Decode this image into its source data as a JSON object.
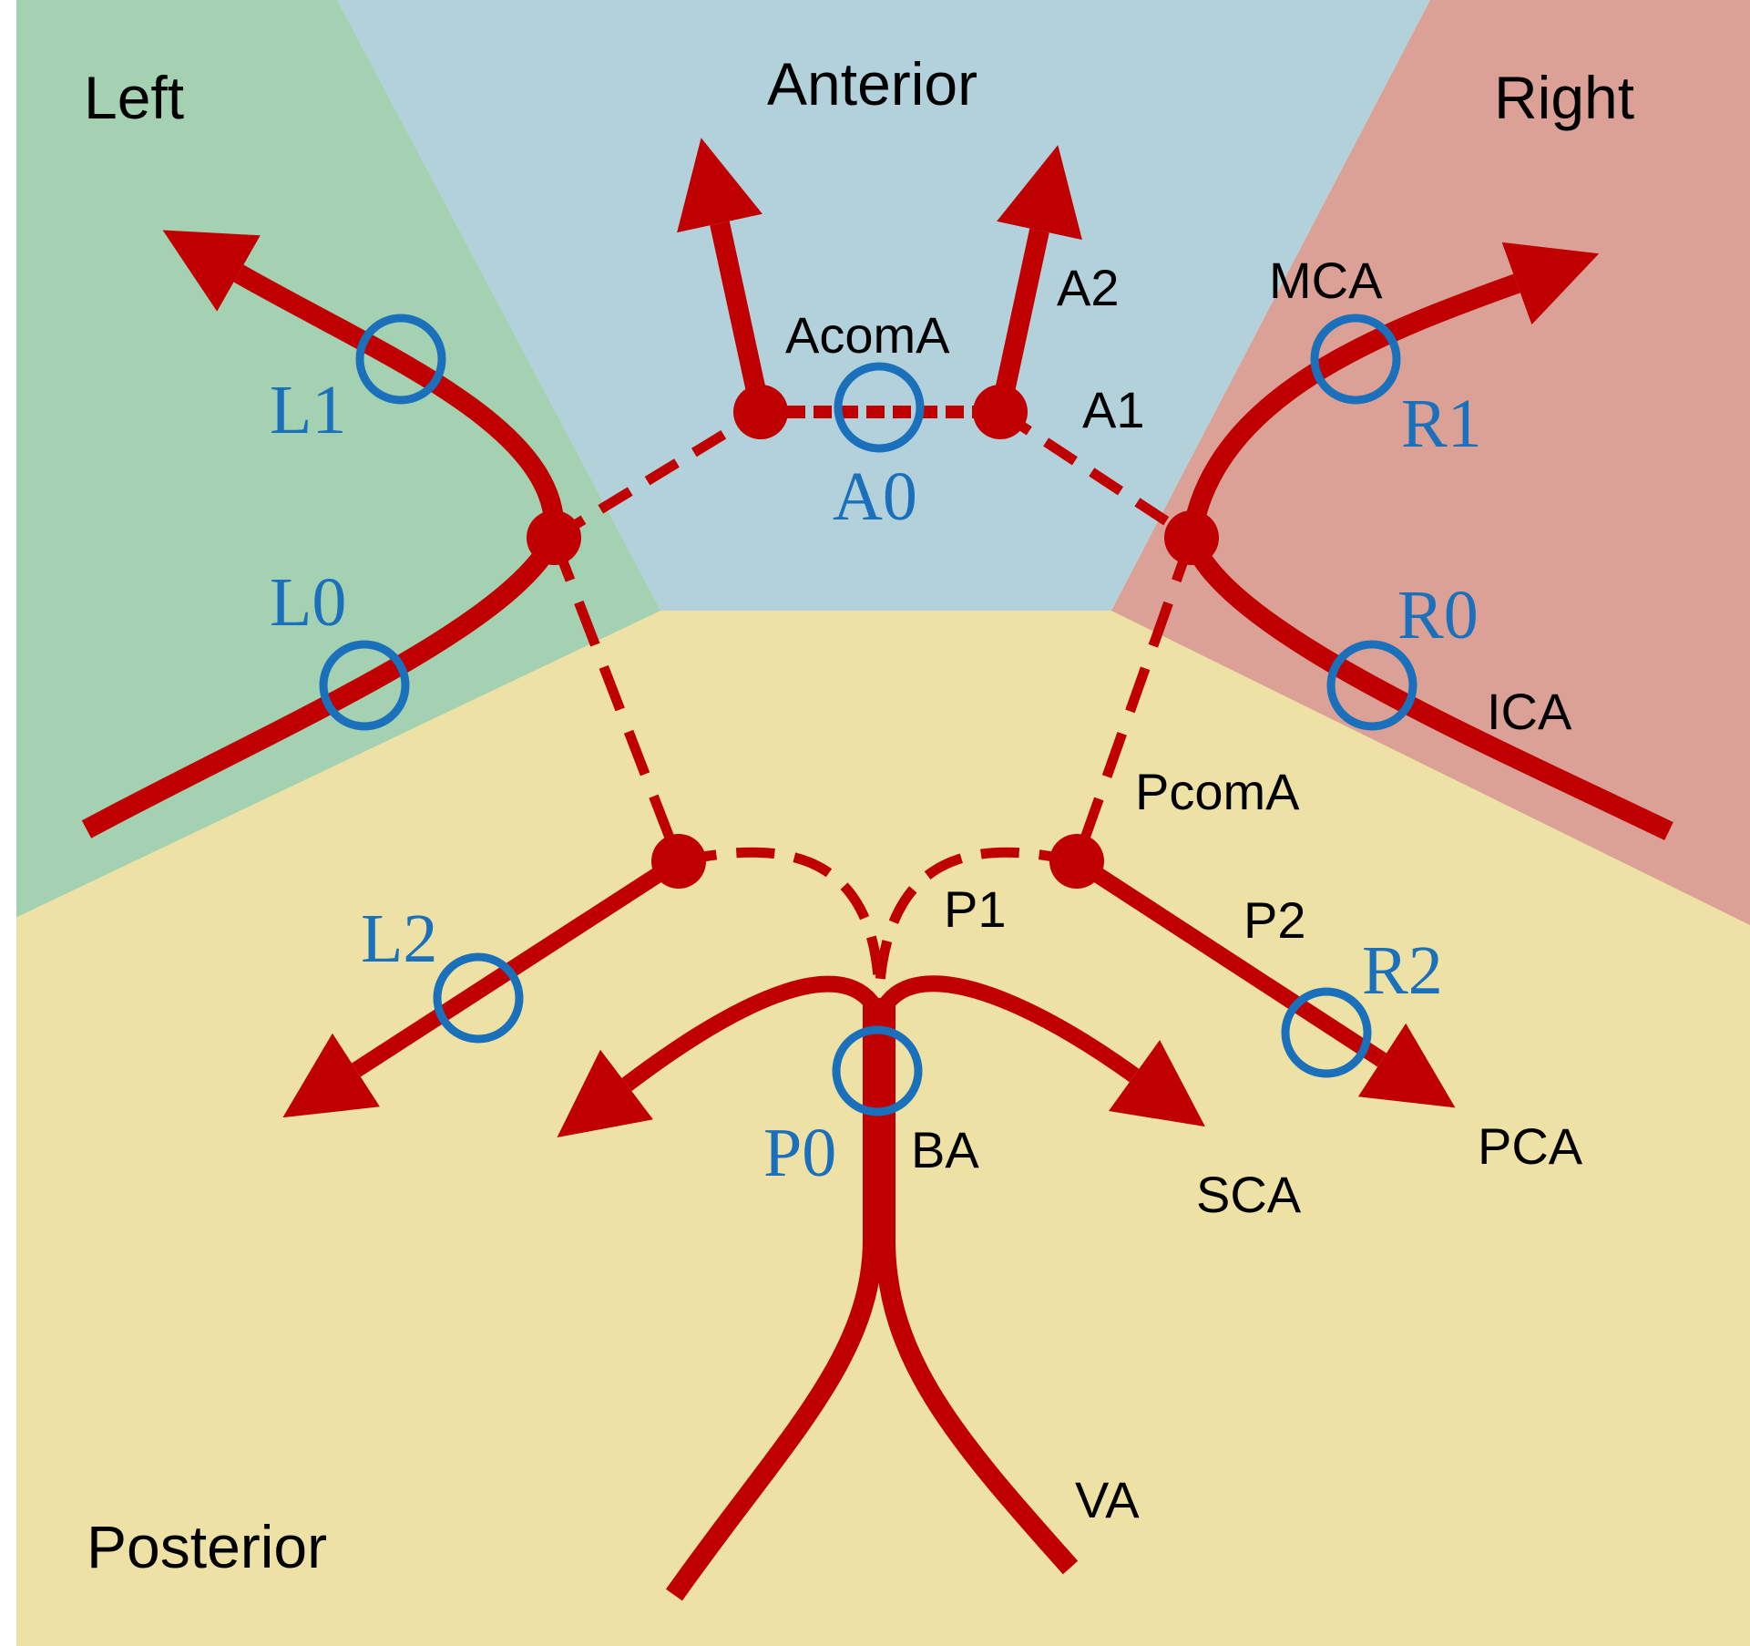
{
  "colors": {
    "left_region": "#a3d1b1",
    "anterior_region": "#b2d1db",
    "right_region": "#dba196",
    "posterior_region": "#ede1a5",
    "vessel": "#c00000",
    "marker": "#1b70bb",
    "text": "#000000"
  },
  "regions": {
    "left": "Left",
    "anterior": "Anterior",
    "right": "Right",
    "posterior": "Posterior"
  },
  "vessels": {
    "acoma": "AcomA",
    "a1": "A1",
    "a2": "A2",
    "mca": "MCA",
    "ica": "ICA",
    "pcoma": "PcomA",
    "p1": "P1",
    "p2": "P2",
    "pca": "PCA",
    "ba": "BA",
    "sca": "SCA",
    "va": "VA"
  },
  "markers": {
    "l0": "L0",
    "l1": "L1",
    "l2": "L2",
    "a0": "A0",
    "r0": "R0",
    "r1": "R1",
    "r2": "R2",
    "p0": "P0"
  }
}
